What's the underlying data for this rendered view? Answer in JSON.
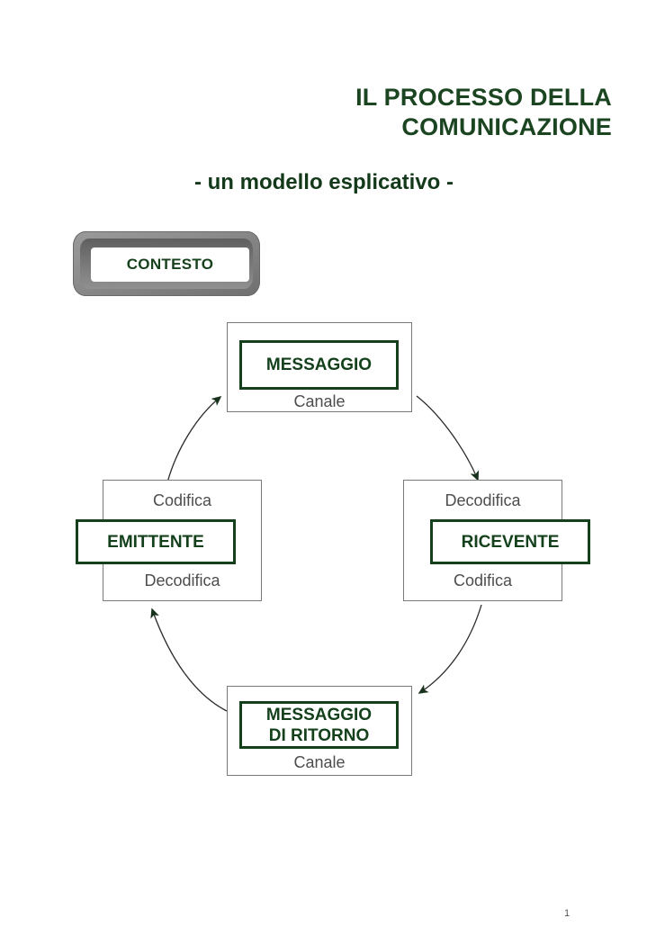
{
  "slide": {
    "title_lines": [
      "IL PROCESSO DELLA",
      "COMUNICAZIONE"
    ],
    "title_line1": "IL PROCESSO DELLA",
    "title_line2": "COMUNICAZIONE",
    "subtitle": "- un modello esplicativo -",
    "page_number": "1"
  },
  "colors": {
    "green": "#14411b",
    "gray_text": "#4d4d4d",
    "box_border": "#7a7a7a",
    "plaque_gray": "#8e8e8e",
    "background": "#ffffff"
  },
  "diagram": {
    "context_plaque": {
      "label": "CONTESTO"
    },
    "message_top": {
      "title": "MESSAGGIO",
      "caption": "Canale"
    },
    "message_return": {
      "title": "MESSAGGIO\nDI RITORNO",
      "caption": "Canale"
    },
    "sender": {
      "title": "EMITTENTE",
      "caption_top": "Codifica",
      "caption_bottom": "Decodifica"
    },
    "receiver": {
      "title": "RICEVENTE",
      "caption_top": "Decodifica",
      "caption_bottom": "Codifica"
    },
    "arrows": [
      {
        "name": "sender-to-message",
        "from": "EMITTENTE Codifica",
        "to": "MESSAGGIO"
      },
      {
        "name": "message-to-receiver",
        "from": "MESSAGGIO",
        "to": "RICEVENTE Decodifica"
      },
      {
        "name": "receiver-to-return-message",
        "from": "RICEVENTE Codifica",
        "to": "MESSAGGIO DI RITORNO"
      },
      {
        "name": "return-message-to-sender",
        "from": "MESSAGGIO DI RITORNO",
        "to": "EMITTENTE Decodifica"
      }
    ]
  }
}
